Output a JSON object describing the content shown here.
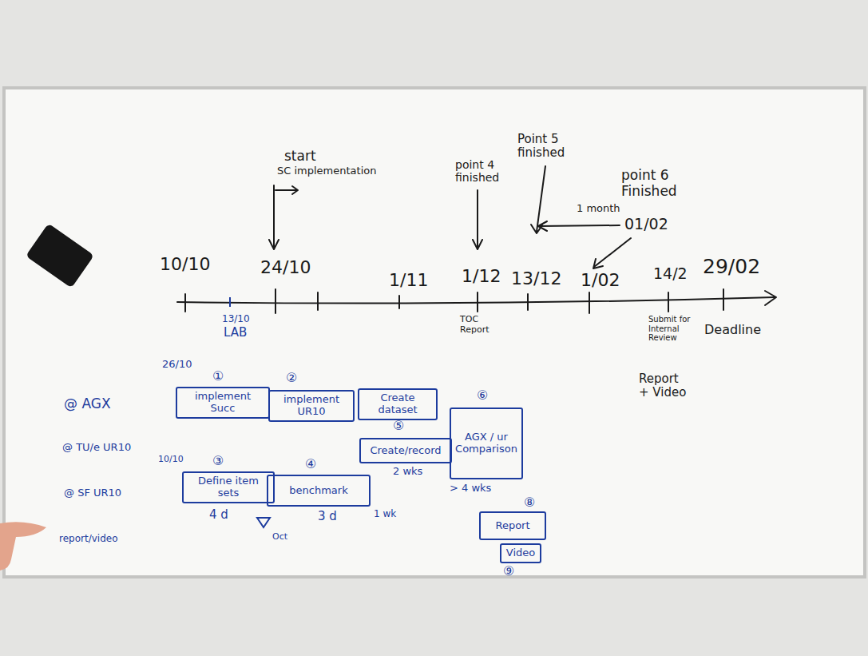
{
  "diagram": {
    "nodes": [
      {
        "text": [
          "①",
          "implement Succ"
        ]
      },
      {
        "text": [
          "②",
          "implement UR10"
        ]
      },
      {
        "text": [
          "Create dataset"
        ]
      },
      {
        "text": [
          "⑤",
          "Create/record"
        ]
      },
      {
        "text": [
          "③",
          "Define item sets"
        ]
      },
      {
        "text": [
          "④",
          "benchmark"
        ]
      },
      {
        "text": [
          "⑥",
          "AGX / ur Comparison"
        ]
      },
      {
        "text": [
          "⑧",
          "Report"
        ]
      },
      {
        "text": [
          "Video",
          "⑨"
        ]
      }
    ],
    "labels": [
      "Point 5 finished",
      "start",
      "SC implementation",
      "point 4 finished",
      "point 6 Finished",
      "1 month",
      "01/02",
      "10/10",
      "24/10",
      "1/11",
      "1/12",
      "13/12",
      "1/02",
      "14/2",
      "29/02",
      "13/10",
      "LAB",
      "TOC Report",
      "Submit for Internal Review",
      "Deadline",
      "Report + Video",
      "26/10",
      "@ AGX",
      "@ TU/e UR10",
      "10/10",
      "@ SF UR10",
      "2 wks",
      "> 4 wks",
      "4 d",
      "3 d",
      "1 wk",
      "Oct",
      "report/video"
    ]
  }
}
